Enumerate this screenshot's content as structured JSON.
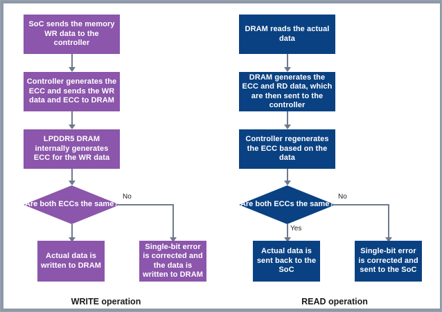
{
  "diagram": {
    "type": "flowchart",
    "columns": [
      {
        "id": "write",
        "caption": "WRITE operation",
        "color": "#8b56ab",
        "nodes": [
          {
            "id": "w1",
            "shape": "process",
            "text": "SoC sends the memory WR data to the controller"
          },
          {
            "id": "w2",
            "shape": "process",
            "text": "Controller generates the ECC and sends the WR data and ECC to DRAM"
          },
          {
            "id": "w3",
            "shape": "process",
            "text": "LPDDR5 DRAM internally generates ECC for the WR data"
          },
          {
            "id": "w4",
            "shape": "decision",
            "text": "Are both ECCs the same?"
          },
          {
            "id": "w5",
            "shape": "process",
            "text": "Actual data is written to DRAM"
          },
          {
            "id": "w6",
            "shape": "process",
            "text": "Single-bit error is corrected and the data is written to DRAM"
          }
        ],
        "edges": [
          {
            "from": "w1",
            "to": "w2",
            "label": ""
          },
          {
            "from": "w2",
            "to": "w3",
            "label": ""
          },
          {
            "from": "w3",
            "to": "w4",
            "label": ""
          },
          {
            "from": "w4",
            "to": "w5",
            "label": ""
          },
          {
            "from": "w4",
            "to": "w6",
            "label": "No"
          }
        ]
      },
      {
        "id": "read",
        "caption": "READ operation",
        "color": "#0a4182",
        "nodes": [
          {
            "id": "r1",
            "shape": "process",
            "text": "DRAM reads the actual data"
          },
          {
            "id": "r2",
            "shape": "process",
            "text": "DRAM generates the ECC and RD data, which are then sent to the controller"
          },
          {
            "id": "r3",
            "shape": "process",
            "text": "Controller regenerates the ECC based on the data"
          },
          {
            "id": "r4",
            "shape": "decision",
            "text": "Are both ECCs the same?"
          },
          {
            "id": "r5",
            "shape": "process",
            "text": "Actual data is sent back to the SoC"
          },
          {
            "id": "r6",
            "shape": "process",
            "text": "Single-bit error is corrected and sent to the SoC"
          }
        ],
        "edges": [
          {
            "from": "r1",
            "to": "r2",
            "label": ""
          },
          {
            "from": "r2",
            "to": "r3",
            "label": ""
          },
          {
            "from": "r3",
            "to": "r4",
            "label": ""
          },
          {
            "from": "r4",
            "to": "r5",
            "label": "Yes"
          },
          {
            "from": "r4",
            "to": "r6",
            "label": "No"
          }
        ]
      }
    ],
    "colors": {
      "purple": "#8b56ab",
      "blue": "#0a4182",
      "connector": "#6e7a8a",
      "frame": "#8d98a8",
      "background": "#ffffff",
      "caption_text": "#1a1a1a",
      "node_text": "#ffffff"
    }
  }
}
